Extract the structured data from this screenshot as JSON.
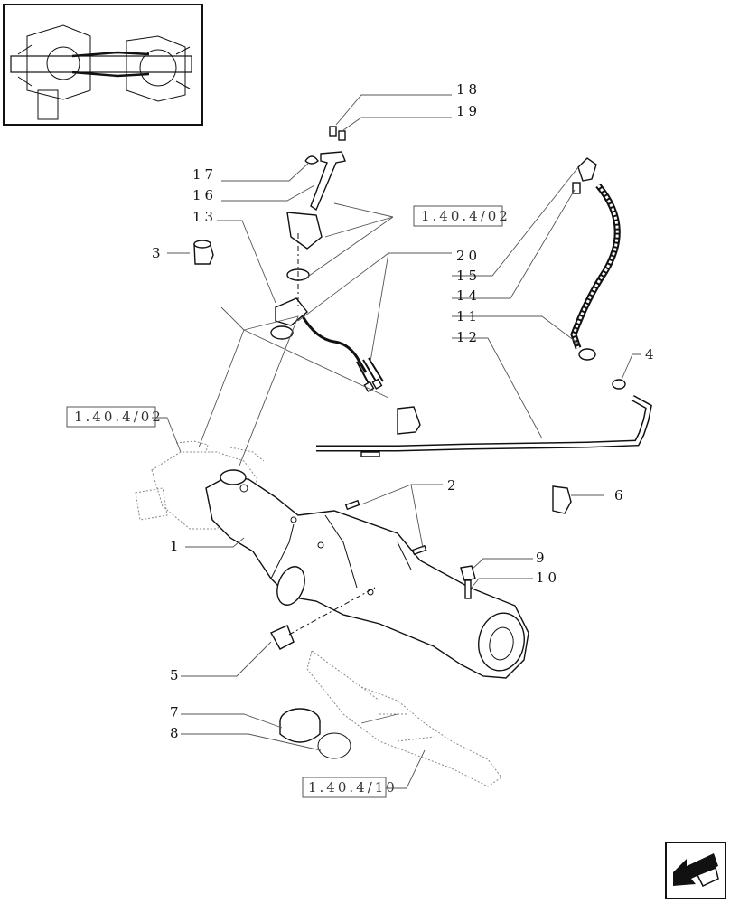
{
  "callouts": {
    "c1": "1",
    "c2": "2",
    "c3": "3",
    "c4": "4",
    "c5": "5",
    "c6": "6",
    "c7": "7",
    "c8": "8",
    "c9": "9",
    "c10": "10",
    "c11": "11",
    "c12": "12",
    "c13": "13",
    "c14": "14",
    "c15": "15",
    "c16": "16",
    "c17": "17",
    "c18": "18",
    "c19": "19",
    "c20": "20"
  },
  "references": {
    "ref_top": "1.40.4/02",
    "ref_left": "1.40.4/02",
    "ref_bottom": "1.40.4/10"
  },
  "icons": {
    "thumbnail": "axle-assembly-thumbnail",
    "nav": "next-page-arrow-icon"
  },
  "colors": {
    "line": "#111111",
    "leader": "#555555",
    "ghost": "#888888"
  }
}
